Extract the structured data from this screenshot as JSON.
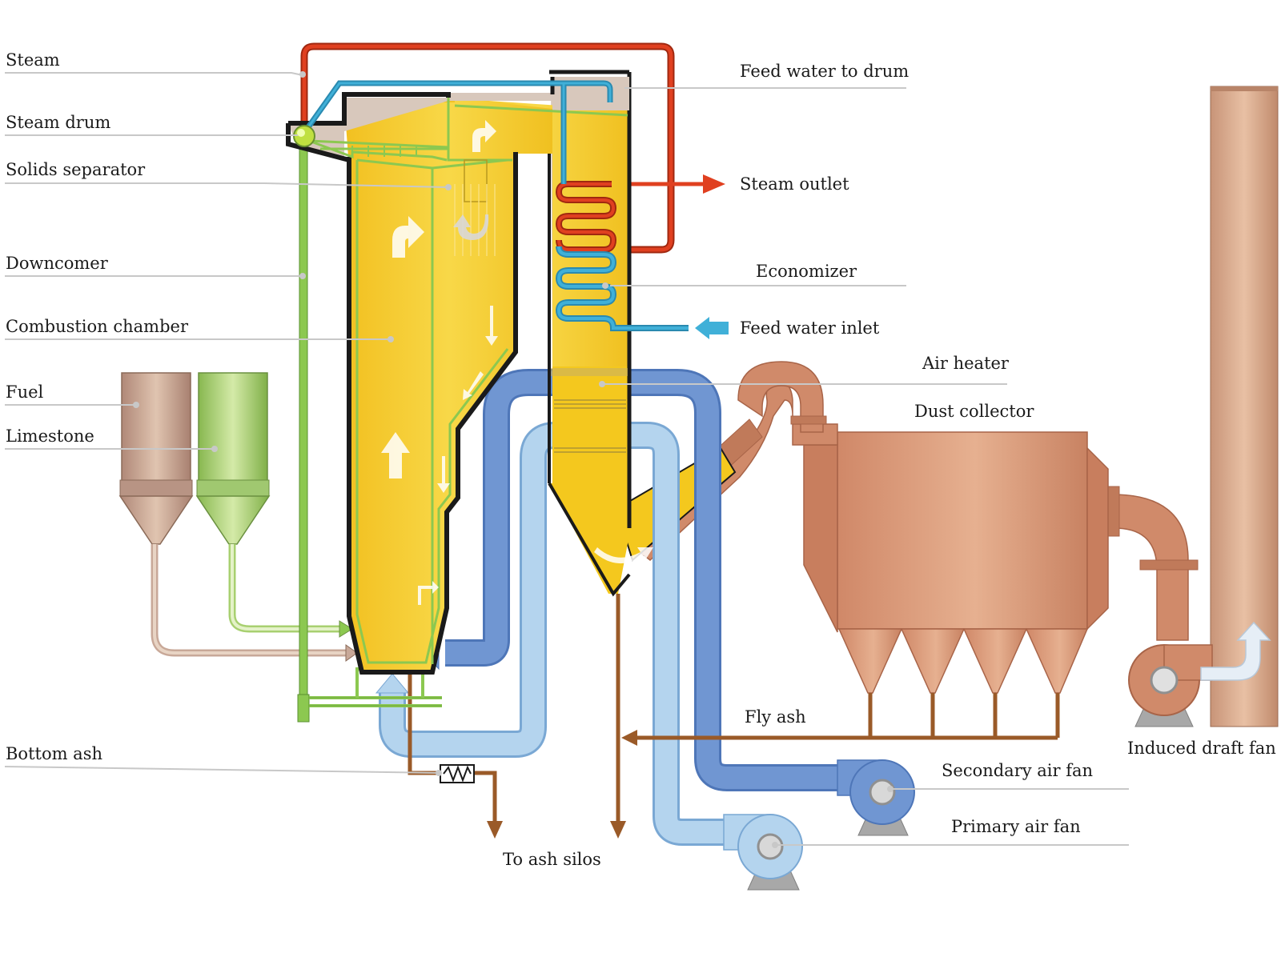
{
  "labels": {
    "steam": "Steam",
    "steam_drum": "Steam drum",
    "solids_separator": "Solids separator",
    "downcomer": "Downcomer",
    "combustion_chamber": "Combustion chamber",
    "fuel": "Fuel",
    "limestone": "Limestone",
    "bottom_ash": "Bottom ash",
    "feed_water_to_drum": "Feed water to drum",
    "steam_outlet": "Steam outlet",
    "economizer": "Economizer",
    "feed_water_inlet": "Feed water inlet",
    "air_heater": "Air heater",
    "dust_collector": "Dust collector",
    "fly_ash": "Fly ash",
    "secondary_air_fan": "Secondary air fan",
    "primary_air_fan": "Primary air fan",
    "induced_draft_fan": "Induced draft fan",
    "to_ash_silos": "To ash silos"
  },
  "colors": {
    "furnace_yellow": "#f4c81e",
    "wall_black": "#1a1a1a",
    "water_green": "#8cc850",
    "steam_red": "#e04020",
    "feed_water_blue": "#40b0d8",
    "secondary_air_blue": "#6a90cc",
    "primary_air_blue": "#a8cce8",
    "ash_brown": "#9a5a28",
    "duct_copper": "#d4886a",
    "stack_tan": "#d8a888",
    "fuel_silo_tan": "#c8a088",
    "limestone_silo_green": "#a8d070",
    "roof_grey": "#d8c8bc"
  }
}
